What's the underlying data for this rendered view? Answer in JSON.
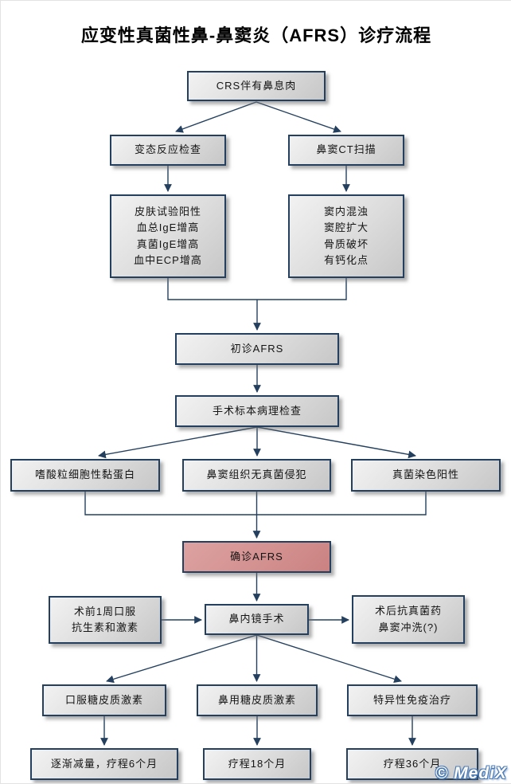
{
  "title": "应变性真菌性鼻-鼻窦炎（AFRS）诊疗流程",
  "watermark": "© MediX",
  "colors": {
    "box_border": "#24405e",
    "arrow": "#24405e",
    "box_fill": "#d5d5d5",
    "highlight_fill": "#d39190"
  },
  "nodes": {
    "crs": {
      "label": "CRS伴有鼻息肉"
    },
    "allergy_exam": {
      "label": "变态反应检查"
    },
    "ct_scan": {
      "label": "鼻窦CT扫描"
    },
    "allergy_findings": {
      "lines": [
        "皮肤试验阳性",
        "血总IgE增高",
        "真菌IgE增高",
        "血中ECP增高"
      ]
    },
    "ct_findings": {
      "lines": [
        "窦内混浊",
        "窦腔扩大",
        "骨质破坏",
        "有钙化点"
      ]
    },
    "initial_dx": {
      "label": "初诊AFRS"
    },
    "pathology": {
      "label": "手术标本病理检查"
    },
    "mucin": {
      "label": "嗜酸粒细胞性黏蛋白"
    },
    "no_invasion": {
      "label": "鼻窦组织无真菌侵犯"
    },
    "stain_positive": {
      "label": "真菌染色阳性"
    },
    "confirmed": {
      "label": "确诊AFRS"
    },
    "preop": {
      "lines": [
        "术前1周口服",
        "抗生素和激素"
      ]
    },
    "surgery": {
      "label": "鼻内镜手术"
    },
    "postop": {
      "lines": [
        "术后抗真菌药",
        "鼻窦冲洗(?)"
      ]
    },
    "oral_steroid": {
      "label": "口服糖皮质激素"
    },
    "nasal_steroid": {
      "label": "鼻用糖皮质激素"
    },
    "immunotherapy": {
      "label": "特异性免疫治疗"
    },
    "taper": {
      "label": "逐渐减量，疗程6个月"
    },
    "course18": {
      "label": "疗程18个月"
    },
    "course36": {
      "label": "疗程36个月"
    }
  }
}
